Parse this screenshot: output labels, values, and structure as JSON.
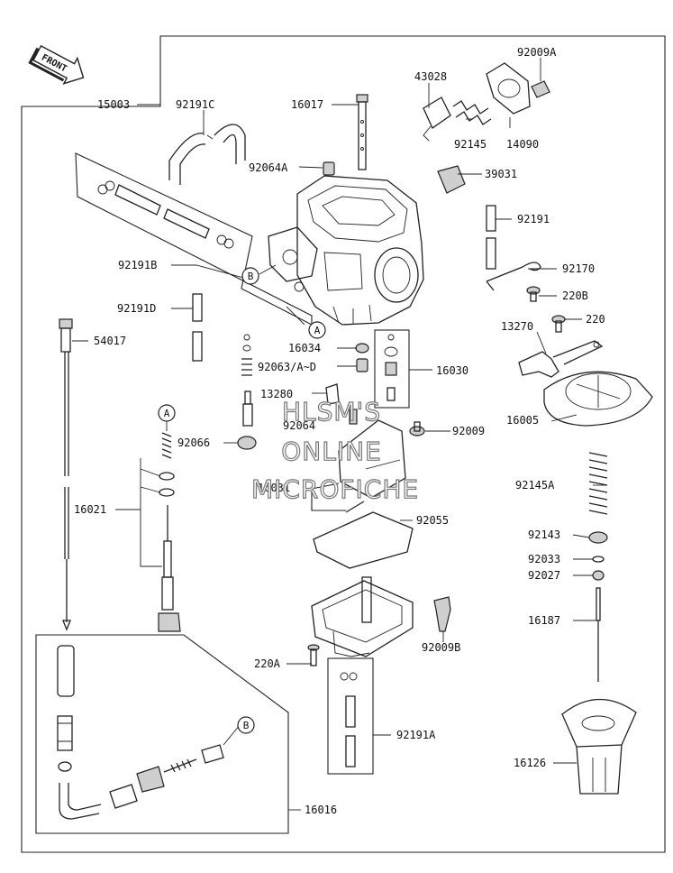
{
  "labels": {
    "p15003": "15003",
    "p92191C": "92191C",
    "p16017": "16017",
    "p43028": "43028",
    "p92009A": "92009A",
    "p92064A": "92064A",
    "p92145": "92145",
    "p14090": "14090",
    "p39031": "39031",
    "p92191": "92191",
    "p92191B": "92191B",
    "p92170": "92170",
    "p220B": "220B",
    "p92191D": "92191D",
    "p220": "220",
    "p13270": "13270",
    "p54017": "54017",
    "p16034": "16034",
    "p92063": "92063/A~D",
    "p16030": "16030",
    "p13280": "13280",
    "p92064": "92064",
    "p92009": "92009",
    "p16005": "16005",
    "p92066": "92066",
    "p16031": "16031",
    "p92145A": "92145A",
    "p16021": "16021",
    "p92055": "92055",
    "p92143": "92143",
    "p92033": "92033",
    "p92027": "92027",
    "p16187": "16187",
    "p92009B": "92009B",
    "p220A": "220A",
    "p92191A": "92191A",
    "p16126": "16126",
    "p16016": "16016"
  },
  "callouts": {
    "a_top": "A",
    "b_top": "B",
    "a_left": "A",
    "b_bottom": "B"
  },
  "front_arrow": "FRONT",
  "watermark": [
    "HLSM'S",
    "ONLINE",
    "MICROFICHE"
  ]
}
